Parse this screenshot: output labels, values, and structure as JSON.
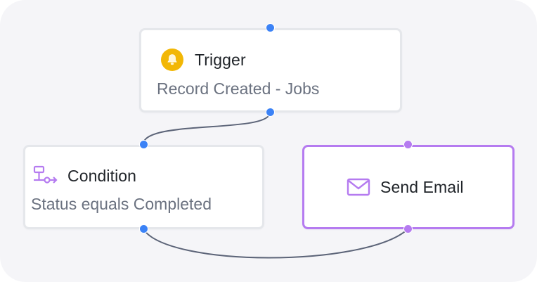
{
  "nodes": {
    "trigger": {
      "title": "Trigger",
      "subtitle": "Record Created - Jobs",
      "icon": "bell-icon"
    },
    "condition": {
      "title": "Condition",
      "subtitle": "Status equals Completed",
      "icon": "condition-flow-icon"
    },
    "send_email": {
      "title": "Send Email",
      "icon": "mail-icon",
      "selected": true
    }
  },
  "edges": [
    {
      "from": "trigger",
      "to": "condition"
    },
    {
      "from": "condition",
      "to": "send_email"
    }
  ],
  "colors": {
    "canvas_bg": "#f5f5f8",
    "node_border": "#e5e7eb",
    "selected_border": "#b57bf0",
    "handle_blue": "#3b82f6",
    "handle_purple": "#b57bf0",
    "edge": "#5c6478",
    "bell": "#f2b705"
  }
}
